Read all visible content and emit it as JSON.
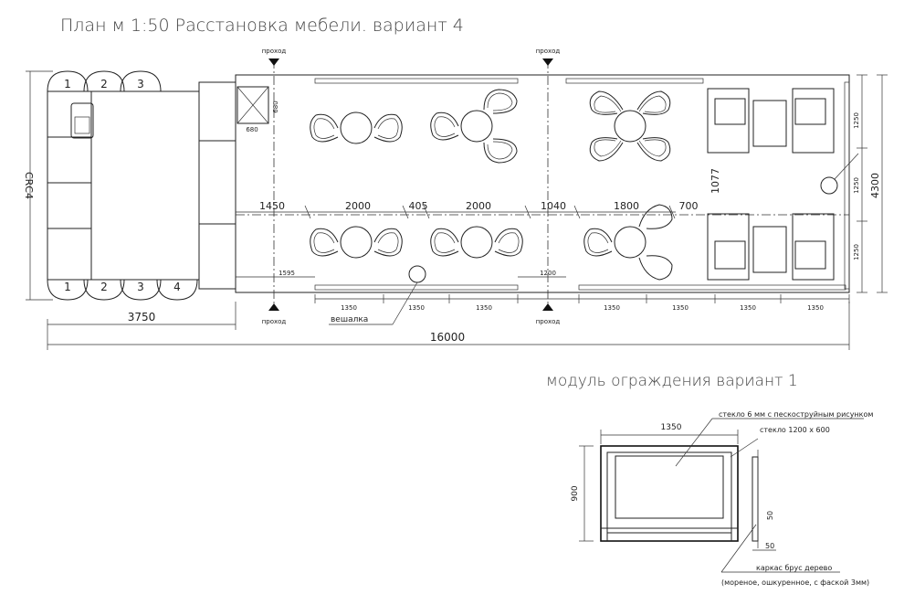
{
  "title": "План м 1:50 Расстановка мебели. вариант 4",
  "module_title": "модуль ограждения вариант 1",
  "labels": {
    "passage": "проход",
    "hanger": "вешалка",
    "glass_sandblast": "стекло 6 мм с пескоструйным рисунком",
    "glass_size": "стекло 1200 х 600",
    "frame_label": "каркас брус дерево",
    "frame_note": "(мореное, ошкуренное, с фаской 3мм)"
  },
  "booth_numbers": {
    "top": [
      "1",
      "2",
      "3"
    ],
    "bottom": [
      "1",
      "2",
      "3",
      "4"
    ]
  },
  "dimensions": {
    "total_length": "16000",
    "left_block": "3750",
    "left_block_height": "СRС4",
    "right_height": "4300",
    "seg_1450": "1450",
    "seg_2000a": "2000",
    "seg_405": "405",
    "seg_2000b": "2000",
    "seg_1040": "1040",
    "seg_1800": "1800",
    "seg_700": "700",
    "seg_1077": "1077",
    "cabinet_680w": "680",
    "cabinet_680h": "680",
    "dim_1595": "1595",
    "dim_1200": "1200",
    "bottom_modules": [
      "1350",
      "1350",
      "1350",
      "1350",
      "1350",
      "1350"
    ],
    "right_1250a": "1250",
    "right_1250b": "1250",
    "right_1250c": "1250",
    "module_width": "1350",
    "module_height": "900",
    "module_50a": "50",
    "module_50b": "50"
  }
}
